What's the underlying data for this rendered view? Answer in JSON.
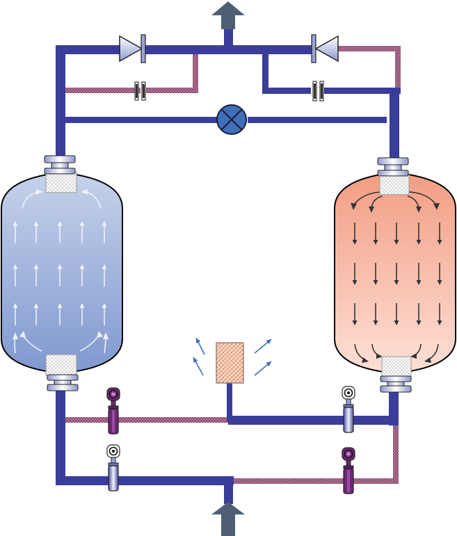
{
  "diagram": {
    "description_visible_text": "",
    "colors": {
      "active_pipe": "#3a3d99",
      "inactive_pipe": "#9a5a7e",
      "left_vessel_top": "#c6d2ea",
      "left_vessel_bottom": "#7f98cf",
      "right_vessel_top": "#f29d83",
      "right_vessel_bottom": "#fde0d6",
      "outlet_arrow": "#4e5f74",
      "heater_fill": "#f8dccb",
      "heater_hatch": "#d9865b",
      "flow_arrow_light": "#eef1f9",
      "flow_arrow_dark": "#333333",
      "heat_arrow": "#3d6fb8",
      "valve_open": "#3e6fb8",
      "valve_closed_body": "#6a2a72"
    },
    "components": {
      "left_vessel": {
        "state": "drying",
        "flow": "up"
      },
      "right_vessel": {
        "state": "regenerating",
        "flow": "down"
      },
      "outlet": {
        "icon": "arrow-up-icon"
      },
      "inlet": {
        "icon": "arrow-up-icon"
      },
      "check_valves": [
        "check-valve-left",
        "check-valve-right"
      ],
      "orifices": [
        "orifice-left",
        "orifice-right"
      ],
      "purge_valve": {
        "icon": "cross-circle-icon"
      },
      "heater": {
        "icon": "heater-icon"
      },
      "switching_valves": [
        {
          "name": "valve-left-upper",
          "state": "closed"
        },
        {
          "name": "valve-right-upper",
          "state": "open"
        },
        {
          "name": "valve-left-lower",
          "state": "open"
        },
        {
          "name": "valve-right-lower",
          "state": "closed"
        }
      ]
    }
  }
}
